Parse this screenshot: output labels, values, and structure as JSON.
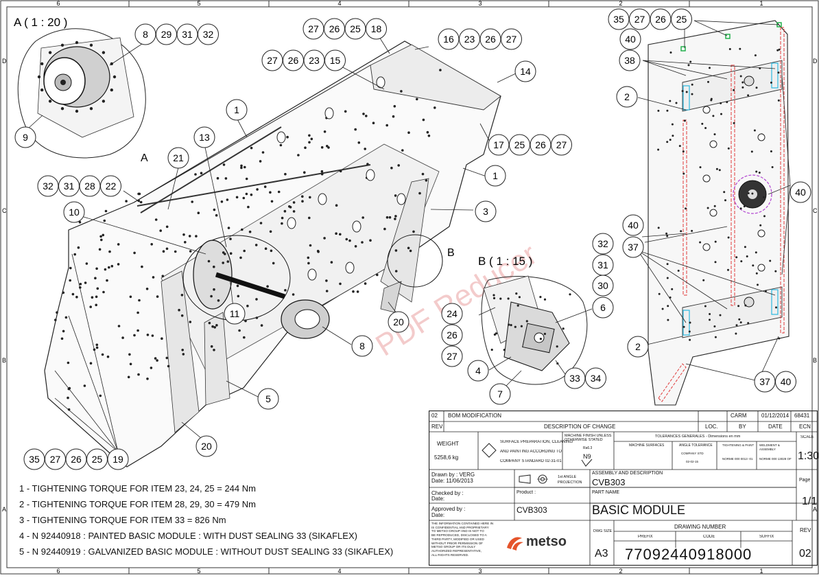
{
  "border": {
    "top_numbers": [
      "6",
      "5",
      "4",
      "3",
      "2",
      "1"
    ],
    "bottom_numbers": [
      "6",
      "5",
      "4",
      "3",
      "2",
      "1"
    ],
    "side_letters": [
      "D",
      "C",
      "B",
      "A"
    ]
  },
  "views": {
    "detail_a_title": "A ( 1 : 20 )",
    "detail_b_title": "B ( 1 : 15 )",
    "section_a_marker": "A",
    "section_b_marker": "B"
  },
  "balloons": {
    "detail_a": [
      {
        "groups": [
          "8",
          "29",
          "31",
          "32"
        ]
      },
      {
        "groups": [
          "9"
        ]
      }
    ],
    "main": [
      {
        "groups": [
          "27",
          "26",
          "25",
          "18"
        ]
      },
      {
        "groups": [
          "16",
          "23",
          "26",
          "27"
        ]
      },
      {
        "groups": [
          "27",
          "26",
          "23",
          "15"
        ]
      },
      {
        "groups": [
          "14"
        ]
      },
      {
        "groups": [
          "1"
        ]
      },
      {
        "groups": [
          "17",
          "25",
          "26",
          "27"
        ]
      },
      {
        "groups": [
          "13"
        ]
      },
      {
        "groups": [
          "21"
        ]
      },
      {
        "groups": [
          "32",
          "31",
          "28",
          "22"
        ]
      },
      {
        "groups": [
          "1"
        ]
      },
      {
        "groups": [
          "10"
        ]
      },
      {
        "groups": [
          "3"
        ]
      },
      {
        "groups": [
          "11"
        ]
      },
      {
        "groups": [
          "20"
        ]
      },
      {
        "groups": [
          "8"
        ]
      },
      {
        "groups": [
          "5"
        ]
      },
      {
        "groups": [
          "20"
        ]
      },
      {
        "groups": [
          "35",
          "27",
          "26",
          "25",
          "19"
        ]
      }
    ],
    "detail_b": [
      {
        "groups": [
          "24"
        ]
      },
      {
        "groups": [
          "26"
        ]
      },
      {
        "groups": [
          "27"
        ]
      },
      {
        "groups": [
          "6"
        ]
      },
      {
        "groups": [
          "4"
        ]
      },
      {
        "groups": [
          "7"
        ]
      },
      {
        "groups": [
          "33",
          "34"
        ]
      },
      {
        "groups": [
          "32"
        ]
      },
      {
        "groups": [
          "31"
        ]
      },
      {
        "groups": [
          "30"
        ]
      }
    ],
    "side": [
      {
        "groups": [
          "35",
          "27",
          "26",
          "25"
        ]
      },
      {
        "groups": [
          "40"
        ]
      },
      {
        "groups": [
          "38"
        ]
      },
      {
        "groups": [
          "2"
        ]
      },
      {
        "groups": [
          "40"
        ]
      },
      {
        "groups": [
          "40"
        ]
      },
      {
        "groups": [
          "37"
        ]
      },
      {
        "groups": [
          "2"
        ]
      },
      {
        "groups": [
          "37",
          "40"
        ]
      }
    ]
  },
  "notes": [
    "1 -  TIGHTENING TORQUE FOR ITEM   23, 24, 25   = 244 Nm",
    "2 -  TIGHTENING TORQUE FOR ITEM   28, 29, 30   = 479 Nm",
    "3 -  TIGHTENING TORQUE FOR ITEM   33 = 826 Nm",
    "4 -  N 92440918  : PAINTED BASIC MODULE : WITH DUST SEALING 33 (SIKAFLEX)",
    "5 -  N 92440919  : GALVANIZED BASIC MODULE : WITHOUT DUST SEALING 33 (SIKAFLEX)"
  ],
  "watermark": "PDF Reducer",
  "title_block": {
    "revision_row": {
      "rev": "02",
      "description": "BOM MODIFICATION",
      "by": "CARM",
      "date": "01/12/2014",
      "ecn": "68431"
    },
    "revision_header": {
      "rev": "REV",
      "description": "DESCRIPTION OF CHANGE",
      "loc": "LOC.",
      "by": "BY",
      "date": "DATE",
      "ecn": "ECN"
    },
    "weight_label": "WEIGHT",
    "weight_value": "5258,6 kg",
    "surface_text": [
      "SURFACE PREPARATION, CLEANING",
      "AND PAINTING ACCORDING TO",
      "COMPANY STANDARD 02-31-01"
    ],
    "machine_finish_label": "MACHINE FINISH UNLESS OTHERWISE STATED",
    "finish_value": "N9",
    "ra_label": "Ra6.3",
    "tolerances_title": "TOLERANCES GENERALES - Dimensions en mm",
    "machine_surfaces_label": "MACHINE SURFACES",
    "angle_tolerance_label": "ANGLE TOLERANCE",
    "angle_tolerance_value": "COMPANY STD",
    "angle_tolerance_code": "02-02-15",
    "tightening_label": "TIGHTENING & PAINT",
    "tightening_value": "NORME 000 0013 -01",
    "weldment_label": "WELDMENT & ASSEMBLY",
    "weldment_value": "NORME 000 13028 OF",
    "scale_label": "SCALE",
    "scale_value": "1:30",
    "drawn_by": "Drawn by : VERG",
    "drawn_date": "Date: 11/06/2013",
    "projection_label": "1st ANGLE PROJECTION",
    "assembly_label": "ASSEMBLY AND DESCRIPTION",
    "assembly_value": "CVB303",
    "checked_label": "Checked by :",
    "checked_date": "Date:",
    "product_label": "Product :",
    "product_value": "CVB303",
    "part_name_label": "PART NAME",
    "part_name_value": "BASIC MODULE",
    "approved_label": "Approved by :",
    "approved_date": "Date:",
    "page_label": "Page",
    "page_value": "1/1",
    "confidential_text": [
      "THE INFORMATION CONTAINED HERE IN",
      "IS CONFIDENTIAL AND PROPRIETARY",
      "TO METSO GROUP AND IS NOT TO",
      "BE REPRODUCED, DISCLOSED TO A",
      "THIRD PARTY, MODIFIED OR USED",
      "WITHOUT PRIOR PERMISSION OF",
      "METSO GROUP OR ITS DULY",
      "AUTHORIZED REPRESENTATIVE,",
      "ALL RIGHTS RESERVED."
    ],
    "logo_text": "metso",
    "dwg_size_label": "DWG SIZE",
    "dwg_size_value": "A3",
    "drawing_number_label": "DRAWING NUMBER",
    "prefix_label": "PREFIX",
    "code_label": "CODE",
    "suffix_label": "SUFFIX",
    "drawing_number_value": "77092440918000",
    "rev_label": "REV",
    "rev_value": "02"
  }
}
